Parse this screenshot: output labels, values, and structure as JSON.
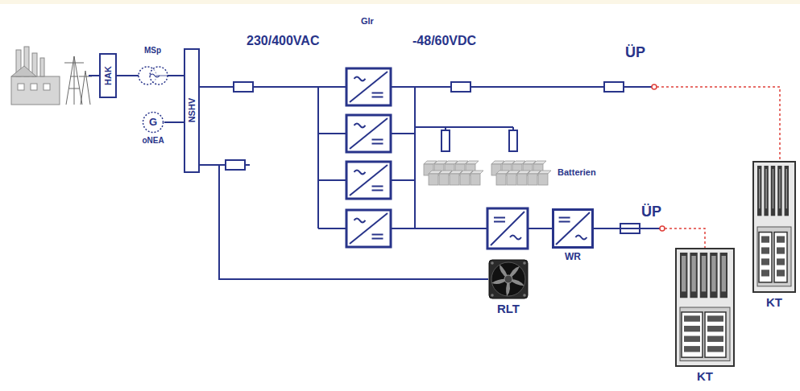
{
  "diagram": {
    "nodes": [
      {
        "text": [
          "HAK"
        ]
      },
      {
        "text": [
          "G",
          "oNEA"
        ]
      },
      {
        "text": [
          "NSHV"
        ]
      },
      {
        "text": [
          "KT"
        ]
      },
      {
        "text": [
          "KT"
        ]
      },
      {
        "text": [
          "RLT"
        ]
      },
      {
        "text": [
          "WR"
        ]
      }
    ],
    "edges": [
      {
        "from": 0,
        "to": 2,
        "arrow": "none"
      },
      {
        "from": 1,
        "to": 2,
        "arrow": "none"
      },
      {
        "from": 2,
        "to": 5,
        "arrow": "none"
      },
      {
        "from": 6,
        "to": 4,
        "arrow": "none"
      }
    ],
    "labels": [
      "MSp",
      "230/400VAC",
      "Glr",
      "-48/60VDC",
      "ÜP",
      "ÜP",
      "Batterien"
    ]
  }
}
